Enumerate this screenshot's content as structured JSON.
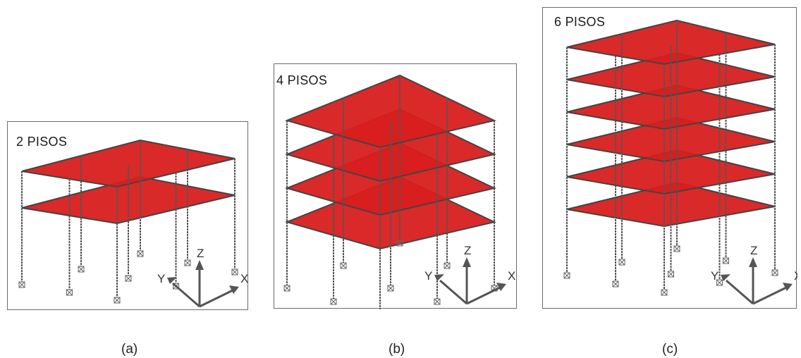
{
  "panels": [
    {
      "id": "a",
      "floors_label": "2 PISOS",
      "floors": 2,
      "caption": "(a)"
    },
    {
      "id": "b",
      "floors_label": "4 PISOS",
      "floors": 4,
      "caption": "(b)"
    },
    {
      "id": "c",
      "floors_label": "6 PISOS",
      "floors": 6,
      "caption": "(c)"
    }
  ],
  "axes": {
    "y": "Y",
    "z": "Z",
    "x": "X"
  },
  "colors": {
    "slab": "#d81e1e",
    "slab_dark": "#b41414",
    "column": "#555555",
    "frame": "#6b6b6b"
  }
}
